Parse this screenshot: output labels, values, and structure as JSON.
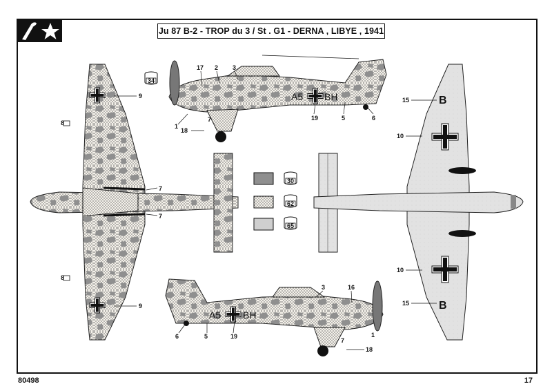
{
  "header": {
    "title": "Ju 87 B-2  - TROP du 3 / St . G1 - DERNA , LIBYE , 1941"
  },
  "footer": {
    "code": "80498",
    "page": "17"
  },
  "colors": {
    "desert_sand": "#c9c3b6",
    "olive_blotch": "#8f8f8f",
    "light_blue": "#dcdcdc",
    "grey": "#a8a8a8",
    "black": "#111111"
  },
  "paints": [
    {
      "number": "34"
    },
    {
      "number": "30"
    },
    {
      "number": "62"
    },
    {
      "number": "65"
    }
  ],
  "markings": {
    "code_side": "A5",
    "code_letters": "BH",
    "wing_letter": "B"
  },
  "callouts": {
    "n1": "1",
    "n2": "2",
    "n3": "3",
    "n5": "5",
    "n6": "6",
    "n7": "7",
    "n8": "8",
    "n9": "9",
    "n10": "10",
    "n15": "15",
    "n16": "16",
    "n17": "17",
    "n18": "18",
    "n19": "19",
    "b": "B"
  }
}
